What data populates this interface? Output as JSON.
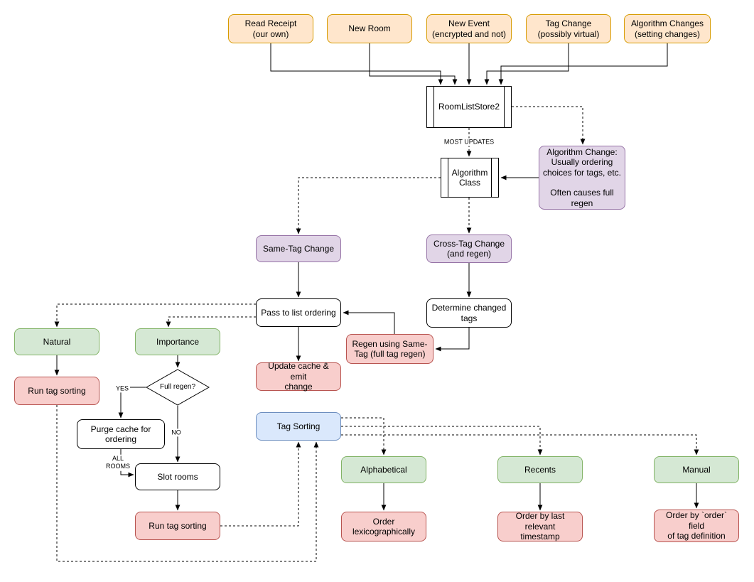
{
  "diagram": {
    "title": "RoomListStore2 update flow",
    "palette": {
      "source_fill": "#ffe6cc",
      "source_border": "#d79b00",
      "note_fill": "#e1d5e7",
      "note_border": "#9673a6",
      "algo_fill": "#d5e8d4",
      "algo_border": "#82b366",
      "action_fill": "#f8cecc",
      "action_border": "#b85450",
      "tagsort_fill": "#dae8fc",
      "tagsort_border": "#6c8ebf",
      "line_color": "#000000"
    },
    "nodes": {
      "read_receipt": "Read Receipt\n(our own)",
      "new_room": "New Room",
      "new_event": "New Event\n(encrypted and not)",
      "tag_change": "Tag Change\n(possibly virtual)",
      "algorithm_changes": "Algorithm Changes\n(setting changes)",
      "room_list_store": "RoomListStore2",
      "algorithm_class": "Algorithm\nClass",
      "algorithm_note": "Algorithm Change:\nUsually ordering\nchoices for tags, etc.\n\nOften causes full\nregen",
      "same_tag_change": "Same-Tag Change",
      "cross_tag_change": "Cross-Tag Change\n(and regen)",
      "pass_to_list_ordering": "Pass to list ordering",
      "determine_changed_tags": "Determine changed\ntags",
      "regen_same_tag": "Regen using Same-\nTag (full tag regen)",
      "update_cache": "Update cache & emit\nchange",
      "natural": "Natural",
      "importance": "Importance",
      "run_tag_sorting_1": "Run tag sorting",
      "full_regen": "Full regen?",
      "purge_cache": "Purge cache for\nordering",
      "slot_rooms": "Slot rooms",
      "run_tag_sorting_2": "Run tag sorting",
      "tag_sorting": "Tag Sorting",
      "alphabetical": "Alphabetical",
      "recents": "Recents",
      "manual": "Manual",
      "order_lexicographically": "Order\nlexicographically",
      "order_timestamp": "Order by last relevant\ntimestamp",
      "order_field": "Order by `order` field\nof tag definition"
    },
    "labels": {
      "most_updates": "MOST UPDATES",
      "yes": "YES",
      "no": "NO",
      "all_rooms": "ALL\nROOMS"
    }
  }
}
